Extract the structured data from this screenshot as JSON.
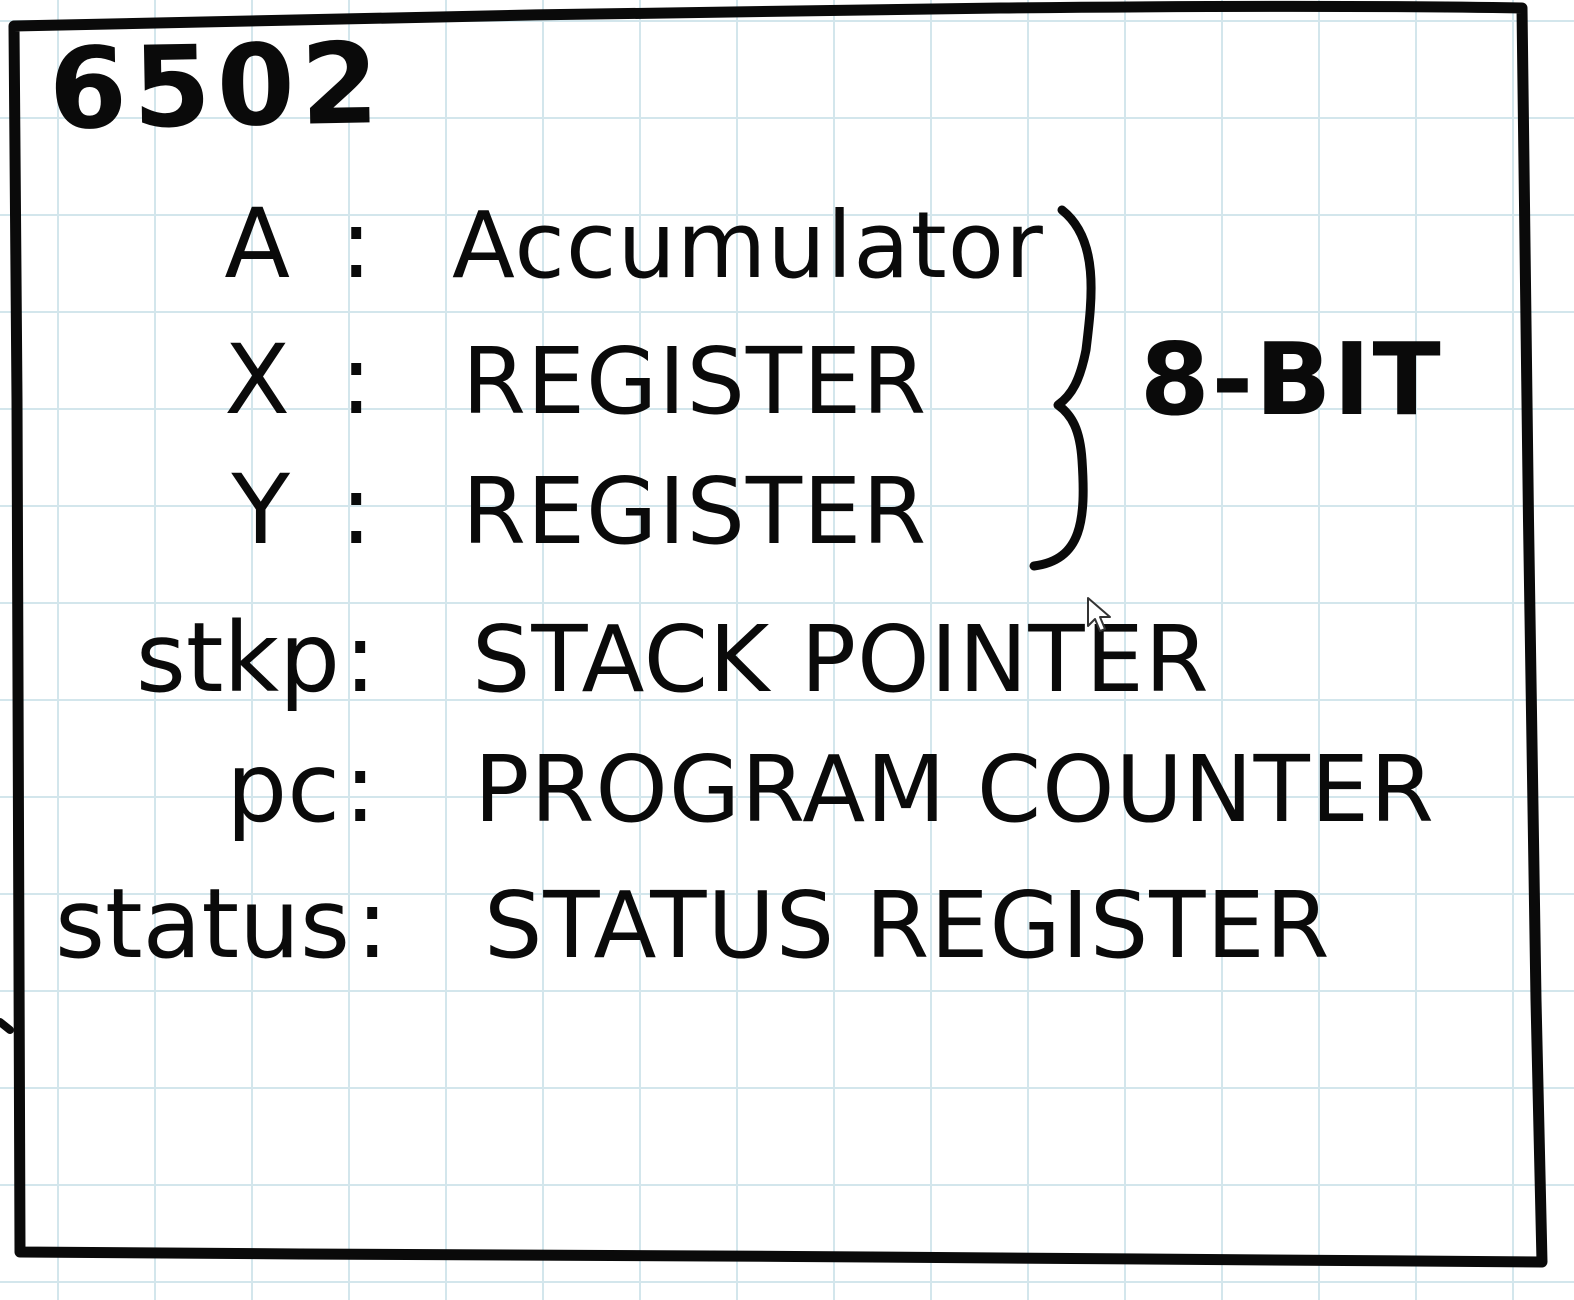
{
  "diagram": {
    "title": "6502",
    "registers": [
      {
        "abbr": "A",
        "description": "Accumulator"
      },
      {
        "abbr": "X",
        "description": "REGISTER"
      },
      {
        "abbr": "Y",
        "description": "REGISTER"
      },
      {
        "abbr": "stkp",
        "description": "STACK POINTER"
      },
      {
        "abbr": "pc",
        "description": "PROGRAM COUNTER"
      },
      {
        "abbr": "status",
        "description": "STATUS REGISTER"
      }
    ],
    "group_label": "8-BIT",
    "separator": ":"
  },
  "style": {
    "ink_color": "#0a0a0a",
    "grid_color": "#d3e6ec",
    "paper_color": "#ffffff"
  },
  "icons": {
    "cursor": "mouse-pointer-icon"
  }
}
